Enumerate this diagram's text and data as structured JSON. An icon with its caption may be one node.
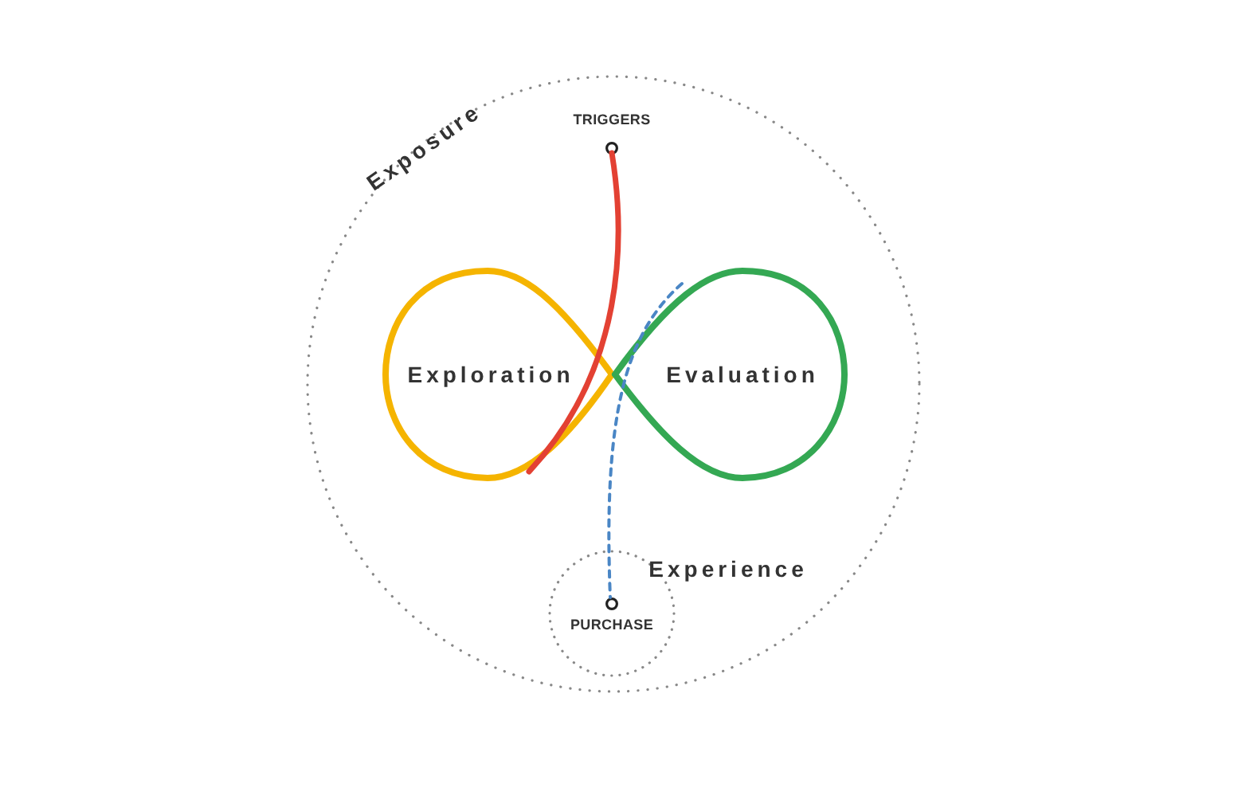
{
  "diagram": {
    "nodes": [
      {
        "text": [
          "Exposure"
        ]
      },
      {
        "text": [
          "TRIGGERS"
        ],
        "in": 0
      },
      {
        "text": [
          "Exploration"
        ],
        "in": 0
      },
      {
        "text": [
          "Evaluation"
        ],
        "in": 0
      },
      {
        "text": [
          "Experience"
        ],
        "in": 0
      },
      {
        "text": [
          "PURCHASE"
        ],
        "in": 4
      }
    ],
    "edges": [
      {
        "from": 1,
        "to": 2,
        "arrow": "none",
        "color": "#e34133"
      },
      {
        "from": 3,
        "to": 5,
        "arrow": "none",
        "style": "dashed",
        "color": "#4a86c5"
      }
    ]
  }
}
